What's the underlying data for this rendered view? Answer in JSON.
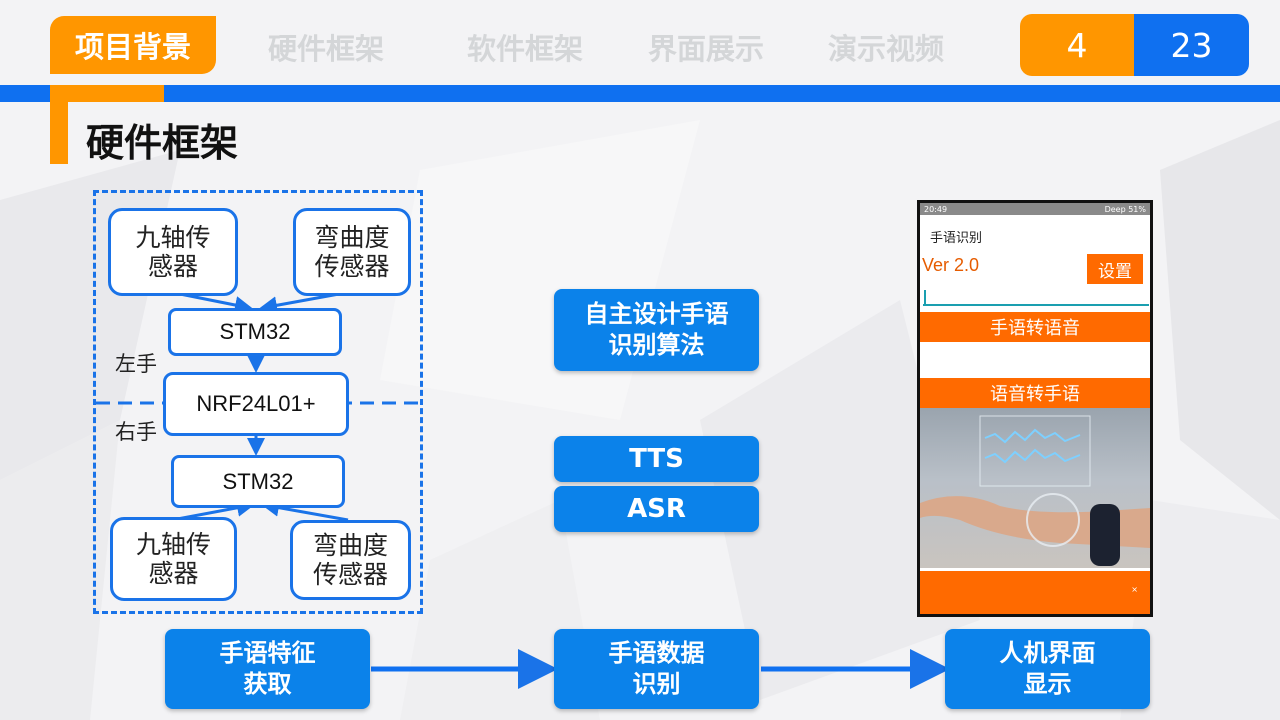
{
  "nav": {
    "active": "项目背景",
    "items": [
      "硬件框架",
      "软件框架",
      "界面展示",
      "演示视频"
    ]
  },
  "pager": {
    "current": "4",
    "total": "23"
  },
  "title": "硬件框架",
  "diagram": {
    "top_sensor_left": [
      "九轴传",
      "感器"
    ],
    "top_sensor_right": [
      "弯曲度",
      "传感器"
    ],
    "top_mcu": "STM32",
    "left_hand": "左手",
    "right_hand": "右手",
    "radio": "NRF24L01+",
    "bottom_mcu": "STM32",
    "bottom_sensor_left": [
      "九轴传",
      "感器"
    ],
    "bottom_sensor_right": [
      "弯曲度",
      "传感器"
    ]
  },
  "middle": {
    "algo": [
      "自主设计手语",
      "识别算法"
    ],
    "tts": "TTS",
    "asr": "ASR"
  },
  "flow": {
    "step1": [
      "手语特征",
      "获取"
    ],
    "step2": [
      "手语数据",
      "识别"
    ],
    "step3": [
      "人机界面",
      "显示"
    ]
  },
  "phone": {
    "time": "20:49",
    "status_right": "Deep 51%",
    "app_title": "手语识别",
    "version": "Ver 2.0",
    "settings_btn": "设置",
    "btn_sign_to_speech": "手语转语音",
    "btn_speech_to_sign": "语音转手语",
    "close_mark": "×"
  },
  "colors": {
    "orange": "#ff9600",
    "blue": "#0f70f0",
    "pill_blue": "#0b82ea",
    "app_orange": "#ff6a00"
  }
}
